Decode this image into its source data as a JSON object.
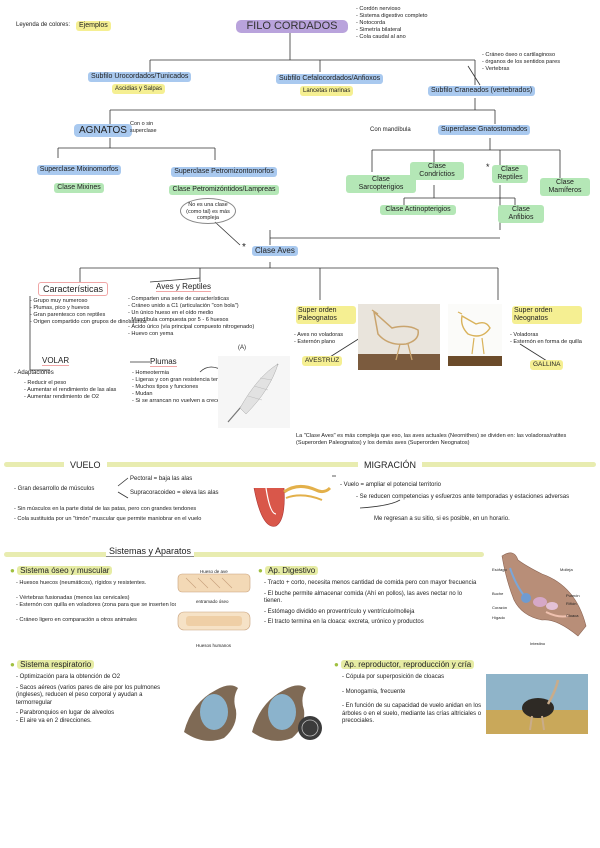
{
  "legend": {
    "label": "Leyenda de colores:",
    "example": "Ejemplos"
  },
  "title": "FILO CORDADOS",
  "cordados_traits": [
    "Cordón nervioso",
    "Sistema digestivo completo",
    "Notocorda",
    "Simetría bilateral",
    "Cola caudal al ano"
  ],
  "craniata_traits": [
    "Cráneo óseo o cartilaginoso",
    "órganos de los sentidos pares",
    "Vertebras"
  ],
  "subphyla": [
    {
      "name": "Subfilo Urocordados/Tunicados",
      "example": "Ascidias y Salpas"
    },
    {
      "name": "Subfilo Cefalocordados/Anfioxos",
      "example": "Lancetas marinas"
    },
    {
      "name": "Subfilo Craneados (vertebrados)"
    }
  ],
  "agnatos": {
    "label": "AGNATOS",
    "note": "Con o sin superclase"
  },
  "gnathostomata": {
    "prefix": "Con mandíbula",
    "label": "Superclase Gnatostomados"
  },
  "agnatos_groups": [
    {
      "line1": "Superclase Mixinomorfos",
      "line2": "Clase Mixines"
    },
    {
      "line1": "Superclase Petromizontomorfos",
      "line2": "Clase Petromizóntidos/Lampreas"
    }
  ],
  "classes": {
    "sarco": "Clase Sarcopterigios",
    "condri": "Clase Condríctios",
    "reptiles": "Clase Reptiles",
    "mamiferos": "Clase Mamíferos",
    "actino": "Clase Actinopterigios",
    "anfibios": "Clase Anfibios"
  },
  "reptiles_star": "*",
  "note_bubble": "No es una clase (como tal) es más compleja",
  "aves_title": "Clase Aves",
  "aves_star": "*",
  "caracteristicas": {
    "title": "Características",
    "items": [
      "Grupo muy numeroso",
      "Plumas, pico y huevos",
      "Gran parentesco con reptiles",
      "Origen compartido con grupos de dinosaurios"
    ]
  },
  "aves_reptiles": {
    "title": "Aves y Reptiles",
    "items": [
      "Comparten una serie de características",
      "Cráneo unido a C1 (articulación \"con bola\")",
      "Un único hueso en el oído medio",
      "Mandíbula compuesta por 5 - 6 huesos",
      "Ácido úrico (vía principal compuesto nitrogenado)",
      "Huevo con yema"
    ],
    "ref": "(A)"
  },
  "volar": {
    "title": "VOLAR",
    "items": [
      "Adaptaciones",
      "Reducir el peso",
      "Aumentar el rendimiento de las alas",
      "Aumentar rendimiento de O2"
    ]
  },
  "plumas": {
    "title": "Plumas",
    "items": [
      "Homeotermia",
      "Ligeras y con gran resistencia tensional",
      "Muchos tipos y funciones",
      "Mudan",
      "Si se arrancan no vuelven a crecer"
    ]
  },
  "paleognatos": {
    "title": "Super orden Paleognatos",
    "items": [
      "Aves no voladoras",
      "Esternón plano"
    ],
    "example": "AVESTRUZ"
  },
  "neognatos": {
    "title": "Super orden Neognatos",
    "items": [
      "Voladoras",
      "Esternón en forma de quilla"
    ],
    "example": "GALLINA"
  },
  "aves_summary": "La \"Clase Aves\" es más compleja que eso, las aves actuales (Neornithes) se dividen en: las voladoras/ratites (Superorden Paleognatos) y los demás aves (Superorden Neognatos)",
  "vuelo": {
    "title": "VUELO",
    "main": "Gran desarrollo de músculos",
    "muscles": [
      "Pectoral = baja las alas",
      "Supracoracoideo = eleva las alas"
    ],
    "items": [
      "Sin músculos en la parte distal de las patas, pero con grandes tendones",
      "Cola sustituida por un \"timón\" muscular que permite maniobrar en el vuelo"
    ]
  },
  "migracion": {
    "title": "MIGRACIÓN",
    "items": [
      "Vuelo = ampliar el potencial territorio",
      "Se reducen competencias y esfuerzos ante temporadas y estaciones adversas",
      "Me regresan a su sitio, si es posible, en un horario."
    ]
  },
  "sistemas": {
    "title": "Sistemas y Aparatos"
  },
  "oseo": {
    "title": "Sistema óseo y muscular",
    "items": [
      "Huesos huecos (neumáticos), rígidos y resistentes.",
      "Vértebras fusionadas (menos las cervicales)",
      "Esternón con quilla en voladores (zona para que se inserten los músculos del vuelo).",
      "Cráneo ligero en comparación a otros animales"
    ],
    "labels": {
      "hueso": "Hueso de ave",
      "esponja": "entramado óseo",
      "otro": "Huesos humanos"
    }
  },
  "digestivo": {
    "title": "Ap. Digestivo",
    "items": [
      "Tracto + corto, necesita menos cantidad de comida pero con mayor frecuencia",
      "El buche permite almacenar comida (Ahí en pollos), las aves nectar no lo tienen.",
      "Estómago dividido en proventrículo y ventrículo/molleja",
      "El tracto termina en la cloaca: excreta, urónico y productos"
    ],
    "labels": [
      "Esófago",
      "Buche",
      "Molleja",
      "Pulmón",
      "Riñón",
      "Cloaca",
      "Intestino",
      "Corazón",
      "Hígado"
    ]
  },
  "respiratorio": {
    "title": "Sistema respiratorio",
    "items": [
      "Optimización para la obtención de O2",
      "Sacos aéreos (varios pares de aire por los pulmones (ingleses), reducen el peso corporal y ayudan a termorregular",
      "Parabronquios en lugar de alveolos",
      "El aire va en 2 direcciones."
    ]
  },
  "reproductor": {
    "title": "Ap. reproductor, reproducción y cría",
    "items": [
      "Cópula por superposición de cloacas",
      "Monogamia, frecuente",
      "En función de su capacidad de vuelo anidan en los árboles o en el suelo, mediante las crías altriciales o precociales."
    ]
  }
}
